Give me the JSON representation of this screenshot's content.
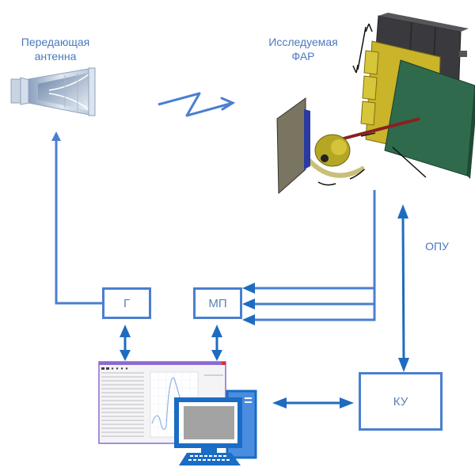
{
  "diagram": {
    "colors": {
      "line": "#4a7fd0",
      "arrow": "#1e6cc0",
      "text": "#4a78c0",
      "monitor": "#1a6cc4",
      "app_titlebar": "#8c6ad0"
    },
    "nodes": {
      "tx_antenna": {
        "label": "Передающая антенна",
        "label_line1": "Передающая",
        "label_line2": "антенна"
      },
      "par": {
        "label": "Исследуемая ФАР",
        "label_line1": "Исследуемая",
        "label_line2": "ФАР"
      },
      "generator": {
        "label": "Г"
      },
      "mp": {
        "label": "МП"
      },
      "ku": {
        "label": "КУ"
      },
      "pc": {
        "label": ""
      }
    },
    "edge_labels": {
      "opu": "ОПУ"
    },
    "edges": [
      {
        "from": "generator",
        "to": "tx_antenna",
        "type": "arrow"
      },
      {
        "from": "tx_antenna",
        "to": "par",
        "type": "radio-zigzag-arrow"
      },
      {
        "from": "par",
        "to": "mp",
        "type": "arrow",
        "count": 3
      },
      {
        "from": "ku",
        "to": "par",
        "type": "double-arrow",
        "label": "ОПУ"
      },
      {
        "from": "generator",
        "to": "pc",
        "type": "double-arrow"
      },
      {
        "from": "mp",
        "to": "pc",
        "type": "double-arrow"
      },
      {
        "from": "pc",
        "to": "ku",
        "type": "double-arrow"
      }
    ]
  }
}
